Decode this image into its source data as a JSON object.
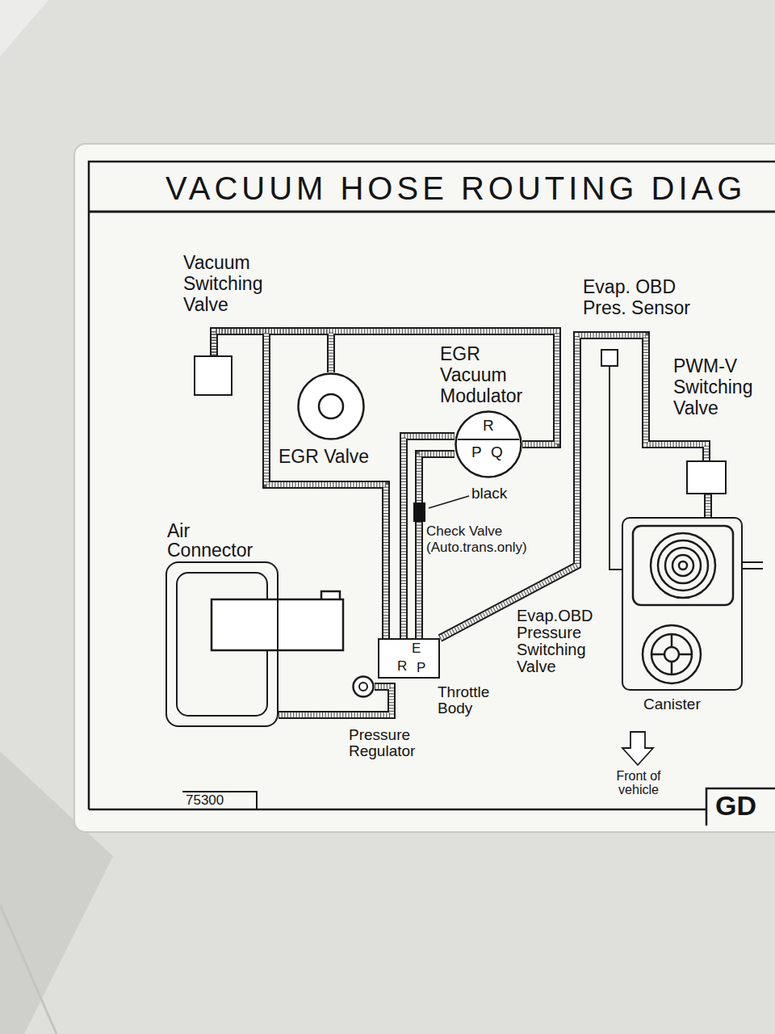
{
  "diagram": {
    "title": "VACUUM HOSE ROUTING DIAG",
    "nodes": [
      {
        "text": [
          "Vacuum Switching Valve"
        ]
      },
      {
        "text": [
          "EGR Valve"
        ]
      },
      {
        "text": [
          "EGR Vacuum Modulator",
          "R",
          "P",
          "Q"
        ]
      },
      {
        "text": [
          "Evap. OBD Pres. Sensor"
        ]
      },
      {
        "text": [
          "PWM-V Switching Valve"
        ]
      },
      {
        "text": [
          "black",
          "Check Valve (Auto.trans.only)"
        ]
      },
      {
        "text": [
          "Air Connector"
        ]
      },
      {
        "text": [
          "E",
          "R",
          "P",
          "Throttle Body"
        ]
      },
      {
        "text": [
          "Pressure Regulator"
        ]
      },
      {
        "text": [
          "Canister"
        ]
      }
    ],
    "edges": [
      {
        "from": 0,
        "to": 1,
        "arrow": "none"
      },
      {
        "from": 0,
        "to": 2,
        "arrow": "none"
      },
      {
        "from": 0,
        "to": 7,
        "arrow": "none"
      },
      {
        "from": 2,
        "to": 5,
        "arrow": "none"
      },
      {
        "from": 5,
        "to": 7,
        "arrow": "none"
      },
      {
        "from": 2,
        "to": 7,
        "arrow": "none"
      },
      {
        "from": 7,
        "to": 4,
        "arrow": "none"
      },
      {
        "from": 4,
        "to": 9,
        "arrow": "none"
      },
      {
        "from": 3,
        "to": 9,
        "arrow": "none"
      },
      {
        "from": 6,
        "to": 8,
        "arrow": "none"
      }
    ],
    "labels": [
      "Evap.OBD Pressure Switching Valve",
      "Front of vehicle",
      "75300",
      "GD"
    ]
  }
}
